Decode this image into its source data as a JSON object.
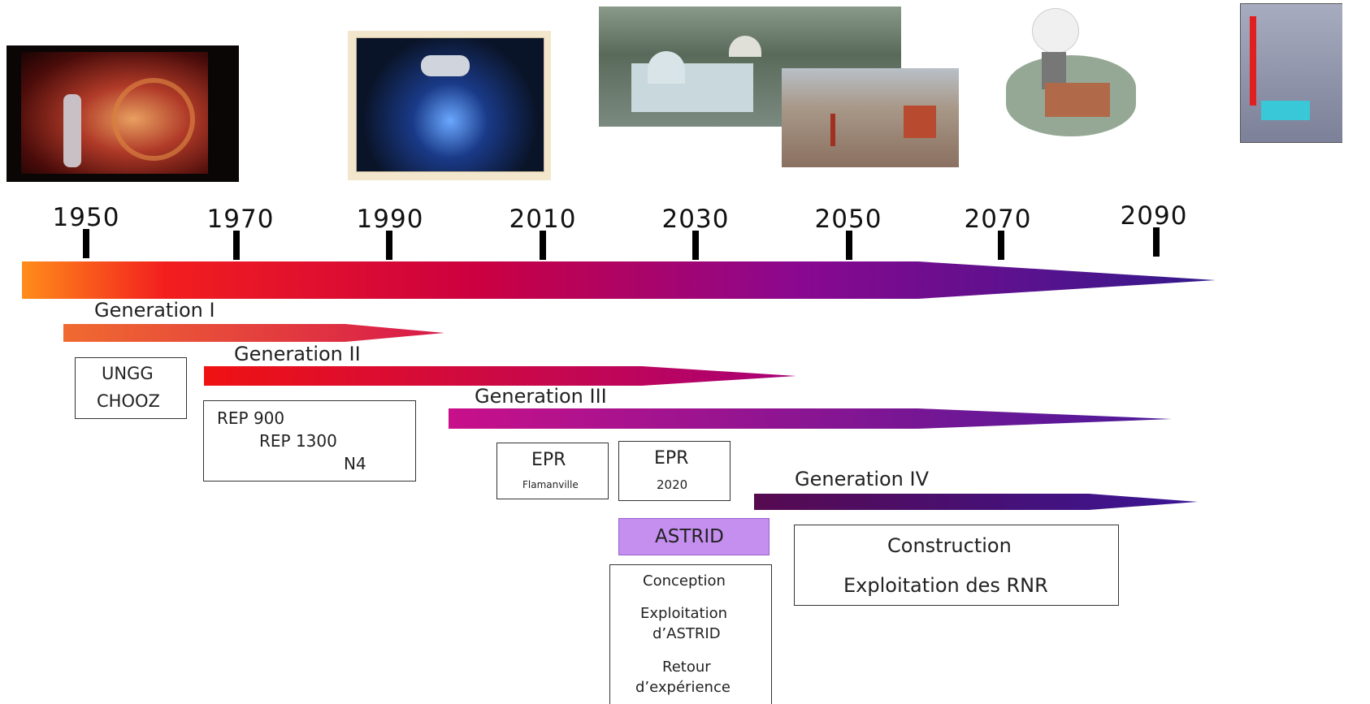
{
  "timeline": {
    "years": [
      "1950",
      "1970",
      "1990",
      "2010",
      "2030",
      "2050",
      "2070",
      "2090"
    ]
  },
  "generations": {
    "gen1": {
      "label": "Generation I",
      "reactors": [
        "UNGG",
        "CHOOZ"
      ]
    },
    "gen2": {
      "label": "Generation II",
      "reactors": [
        "REP 900",
        "REP 1300",
        "N4"
      ]
    },
    "gen3": {
      "label": "Generation III",
      "epr_flamanville": {
        "title": "EPR",
        "subtitle": "Flamanville"
      },
      "epr_2020": {
        "title": "EPR",
        "subtitle": "2020"
      }
    },
    "gen4": {
      "label": "Generation IV",
      "astrid": "ASTRID",
      "astrid_steps": [
        "Conception",
        "Exploitation",
        "d’ASTRID",
        "Retour",
        "d’expérience"
      ],
      "construction": "Construction",
      "rnr": "Exploitation des RNR"
    }
  },
  "colors": {
    "arrow_start": "#ff8c1a",
    "arrow_mid": "#d4004a",
    "arrow_end": "#3a1a9a",
    "astrid_fill": "#c58ff0"
  }
}
